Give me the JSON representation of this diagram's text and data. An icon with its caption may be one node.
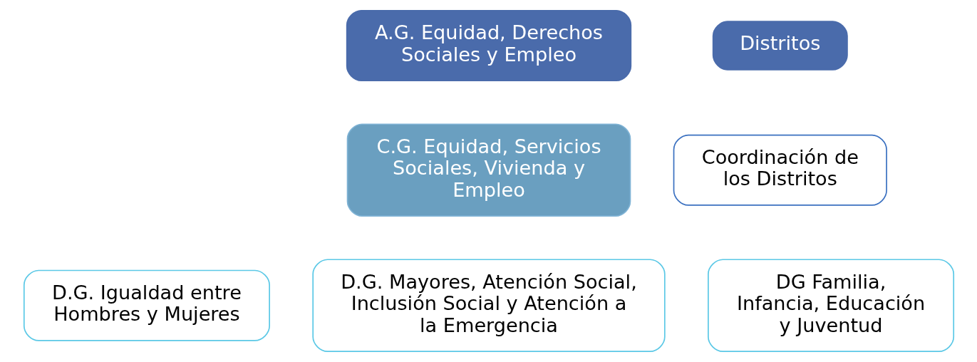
{
  "diagram": {
    "nodes": [
      {
        "text": [
          "A.G. Equidad, Derechos Sociales y Empleo"
        ]
      },
      {
        "text": [
          "C.G. Equidad, Servicios Sociales, Vivienda y Empleo"
        ]
      },
      {
        "text": [
          "D.G. Igualdad entre Hombres y Mujeres"
        ]
      },
      {
        "text": [
          "D.G. Mayores, Atención Social, Inclusión Social y Atención a la Emergencia"
        ]
      },
      {
        "text": [
          "DG Familia, Infancia, Educación y Juventud"
        ]
      },
      {
        "text": [
          "Distritos"
        ]
      },
      {
        "text": [
          "Coordinación de los Distritos"
        ]
      }
    ]
  }
}
